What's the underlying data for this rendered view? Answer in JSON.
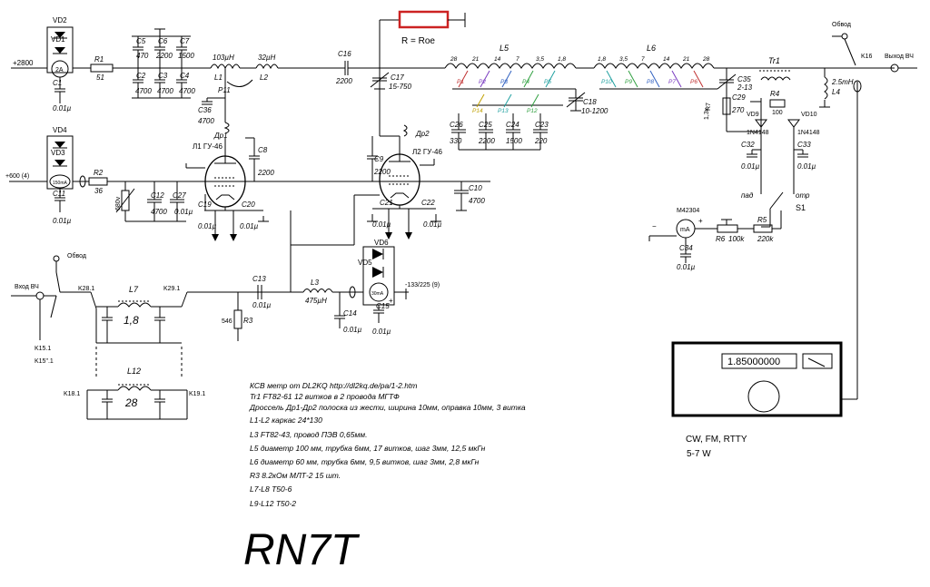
{
  "labels": {
    "vd2": "VD2",
    "vd1": "VD1",
    "meter_2a": "2A",
    "c1": "C1",
    "c1v": "0.01µ",
    "r1": "R1",
    "r1v": "51",
    "c5": "C5",
    "c5v": "470",
    "c6": "C6",
    "c6v": "2200",
    "c7": "C7",
    "c7v": "1500",
    "c2": "C2",
    "c2v": "4700",
    "c3": "C3",
    "c3v": "4700",
    "c4": "C4",
    "c4v": "4700",
    "l1v": "103µH",
    "l1": "L1",
    "l2v": "32µH",
    "l2": "L2",
    "p11": "P11",
    "c36": "C36",
    "c36v": "4700",
    "dr1": "Др1",
    "c16": "C16",
    "c16v": "2200",
    "c17": "C17",
    "c17v": "15-750",
    "roe": "R = Roe",
    "l5": "L5",
    "l6": "L6",
    "tr1": "Tr1",
    "c18": "C18",
    "c18v": "10-1200",
    "c26": "C26",
    "c26v": "330",
    "c25": "C25",
    "c25v": "2200",
    "c24": "C24",
    "c24v": "1500",
    "c23": "C23",
    "c23v": "220",
    "c35": "C35",
    "c35v": "2-13",
    "c29": "C29",
    "c29v": "270",
    "r7": "R7",
    "r7v": "1,3к",
    "r4": "R4",
    "r4v": "100",
    "vd9": "VD9",
    "vd10": "VD10",
    "d1n": "1N4148",
    "c32": "C32",
    "c32v": "0.01µ",
    "c33": "C33",
    "c33v": "0.01µ",
    "pad": "пад",
    "otr": "отр",
    "s1": "S1",
    "l4v": "2.5mH",
    "l4": "L4",
    "obved_r": "Обвод",
    "k16": "K16",
    "out": "Выход ВЧ",
    "vd4": "VD4",
    "vd3": "VD3",
    "meter_150": "150mA",
    "c11": "C11",
    "c11v": "0.01µ",
    "r2": "R2",
    "r2v": "36",
    "plus600": "+600 (4)",
    "plus2800": "+2800",
    "v680": "680v",
    "c12": "C12",
    "c12v": "4700",
    "c27": "C27",
    "c27v": "0.01µ",
    "tube1": "Л1 ГУ-46",
    "tube2": "Л2 ГУ-46",
    "dr2": "Др2",
    "c8": "C8",
    "c8v": "2200",
    "c9": "C9",
    "c9v": "2200",
    "c10": "C10",
    "c10v": "4700",
    "c19": "C19",
    "c20": "C20",
    "c21": "C21",
    "c22": "C22",
    "cv001": "0.01µ",
    "m42304": "M42304",
    "ma": "mA",
    "c34": "C34",
    "c34v": "0.01µ",
    "r6": "R6",
    "r6v": "100k",
    "r5": "R5",
    "r5v": "220k",
    "obved_l": "Обвод",
    "in": "Вход ВЧ",
    "k15": "K15.1",
    "k15b": "K15\".1",
    "k28": "K28.1",
    "l7": "L7",
    "l7v": "1,8",
    "k29": "K29.1",
    "l12": "L12",
    "l12v": "28",
    "k18": "K18.1",
    "k19": "K19.1",
    "c13": "C13",
    "c13v": "0.01µ",
    "r3v": "546",
    "r3": "R3",
    "l3": "L3",
    "l3v": "475µH",
    "c14": "C14",
    "c14v": "0.01µ",
    "vd6": "VD6",
    "vd5": "VD5",
    "meter_30": "30mA",
    "bias": "-133/225 (9)",
    "c15": "C15",
    "c15v": "0.01µ",
    "l5_taps": [
      "28",
      "21",
      "14",
      "7",
      "3,5",
      "1,8"
    ],
    "l6_taps": [
      "1,8",
      "3,5",
      "7",
      "14",
      "21",
      "28"
    ],
    "p_l5": [
      "P1",
      "P2",
      "P3",
      "P4",
      "P5"
    ],
    "p_l6": [
      "P10",
      "P9",
      "P8",
      "P7",
      "P6"
    ],
    "p_sw": [
      "P14",
      "P13",
      "P12"
    ]
  },
  "notes": [
    "КСВ метр от DL2KQ http://dl2kq.de/pa/1-2.htm",
    "Tr1 FT82-61 12 витков в 2 провода МГТФ",
    "Дроссель Др1-Др2 полоска из жести, ширина 10мм, оправка 10мм, 3 витка",
    "L1-L2 каркас 24*130",
    "L3 FT82-43, провод ПЭВ 0,65мм.",
    "L5 диаметр 100 мм, трубка 6мм, 17 витков, шаг 3мм, 12,5 мкГн",
    "L6 диаметр 60 мм, трубка 6мм, 9,5 витков, шаг 3мм, 2,8 мкГн",
    "R3   8.2кОм МЛТ-2 15 шт.",
    "L7-L8 T50-6",
    "L9-L12 T50-2"
  ],
  "author": "RN7T",
  "transceiver": {
    "frequency": "1.85000000",
    "modes": "CW, FM, RTTY",
    "power": "5-7 W"
  },
  "colors": {
    "load_resistor": "#cc2222",
    "p1": "#c03030",
    "p2": "#7a3cc0",
    "p3": "#3060c0",
    "p4": "#30a040",
    "p5": "#20a0a0",
    "p14": "#c0a000",
    "p13": "#20a0a0",
    "p12": "#30a040"
  }
}
